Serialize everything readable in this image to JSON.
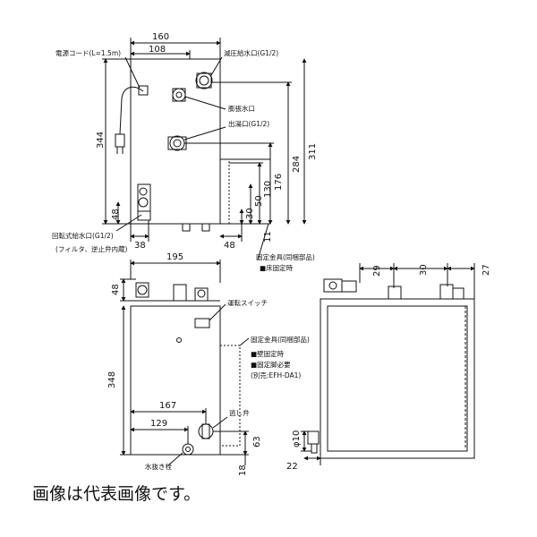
{
  "views": {
    "top": {
      "dims": {
        "width_total": "160",
        "width_108": "108",
        "height_344": "344",
        "height_311": "311",
        "height_284": "284",
        "height_176": "176",
        "height_130": "130",
        "height_50": "50",
        "height_30": "30",
        "height_48": "48",
        "height_11": "11",
        "bottom_38": "38",
        "bottom_48": "48"
      },
      "labels": {
        "power_cord": "電源コード(L=1.5m)",
        "inlet_pressure": "減圧給水口(G1/2)",
        "expansion_drain": "膨張水口",
        "outlet": "出湯口(G1/2)",
        "rotary_inlet": "回転式給水口(G1/2)",
        "rotary_inlet_note": "(フィルタ、逆止弁内蔵)",
        "fixing_bracket": "固定金具(同梱部品)",
        "floor_fixing": "■床固定時"
      }
    },
    "front": {
      "dims": {
        "width_195": "195",
        "height_48": "48",
        "height_348": "348",
        "width_167": "167",
        "width_129": "129",
        "height_63": "63",
        "height_18": "18"
      },
      "labels": {
        "run_switch": "運転スイッチ",
        "fixing_bracket": "固定金具(同梱部品)",
        "wall_fixing": "■壁固定時",
        "wall_fixing_need": "■固定脚必要",
        "separate_sale": "(別売:EFH-DA1)",
        "relief_valve": "逃し弁",
        "drain_plug": "水抜き栓"
      }
    },
    "side": {
      "dims": {
        "width_29": "29",
        "width_30": "30",
        "width_27": "27",
        "diameter_10": "φ10",
        "height_22": "22"
      }
    }
  },
  "caption": "画像は代表画像です。"
}
